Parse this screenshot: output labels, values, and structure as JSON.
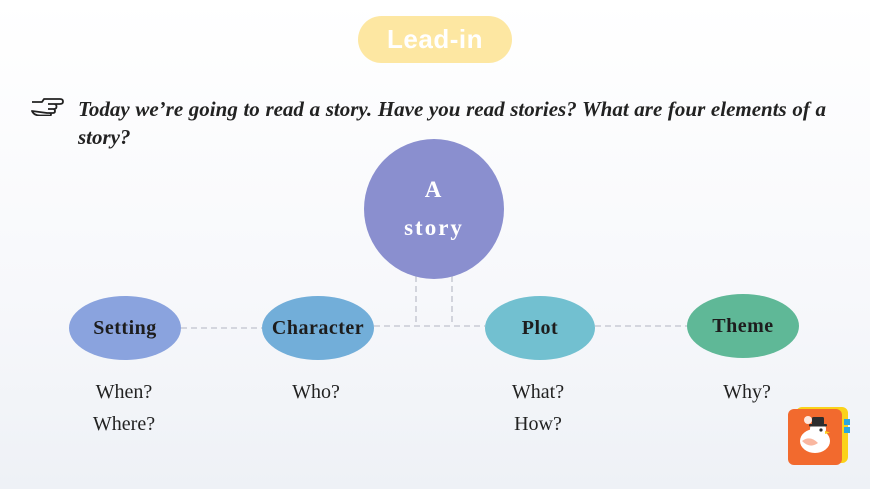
{
  "header": {
    "badge_label": "Lead-in"
  },
  "prompt": {
    "icon": "pointing-hand-icon",
    "text": "Today we’re going to read a story. Have you read stories? What are four elements of a story?"
  },
  "center": {
    "line1": "A",
    "line2": "story",
    "color": "#8a8fcf"
  },
  "elements": [
    {
      "label": "Setting",
      "q1": "When?",
      "q2": "Where?",
      "color": "#8aa3de"
    },
    {
      "label": "Character",
      "q1": "Who?",
      "q2": "",
      "color": "#72aed9"
    },
    {
      "label": "Plot",
      "q1": "What?",
      "q2": "How?",
      "color": "#72c0d0"
    },
    {
      "label": "Theme",
      "q1": "Why?",
      "q2": "",
      "color": "#5fb897"
    }
  ],
  "colors": {
    "badge_bg": "#fde7a2",
    "logo_bg": "#f26a2e",
    "logo_accent": "#fbd21a"
  }
}
